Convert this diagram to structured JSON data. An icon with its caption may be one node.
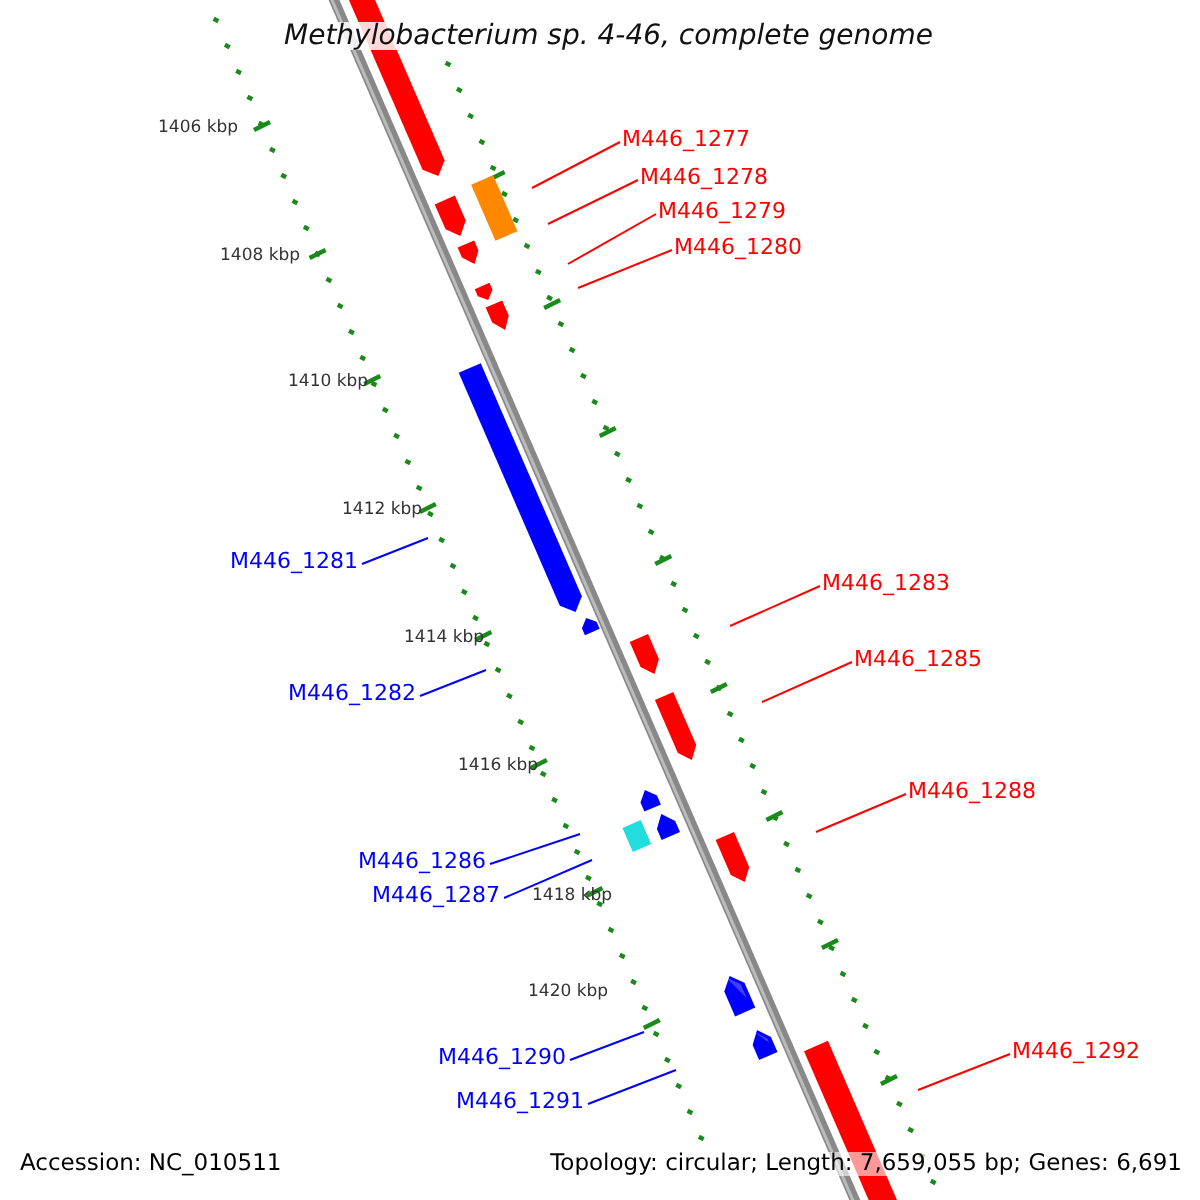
{
  "diagram": {
    "title": "Methylobacterium sp. 4-46, complete genome",
    "nodes": [
      {
        "text": [
          "M446_1277"
        ]
      },
      {
        "text": [
          "M446_1278"
        ]
      },
      {
        "text": [
          "M446_1279"
        ]
      },
      {
        "text": [
          "M446_1280"
        ]
      },
      {
        "text": [
          "M446_1281"
        ]
      },
      {
        "text": [
          "M446_1283"
        ]
      },
      {
        "text": [
          "M446_1282"
        ]
      },
      {
        "text": [
          "M446_1285"
        ]
      },
      {
        "text": [
          "M446_1288"
        ]
      },
      {
        "text": [
          "M446_1286"
        ]
      },
      {
        "text": [
          "M446_1287"
        ]
      },
      {
        "text": [
          "M446_1290"
        ]
      },
      {
        "text": [
          "M446_1292"
        ]
      },
      {
        "text": [
          "M446_1291"
        ]
      }
    ],
    "edges": [
      {
        "from": 0,
        "to": null,
        "arrow": "none"
      },
      {
        "from": 1,
        "to": null,
        "arrow": "none"
      },
      {
        "from": 2,
        "to": null,
        "arrow": "none"
      },
      {
        "from": 3,
        "to": null,
        "arrow": "none"
      },
      {
        "from": 4,
        "to": null,
        "arrow": "none",
        "color": "#0000ff"
      },
      {
        "from": 5,
        "to": null,
        "arrow": "none"
      },
      {
        "from": 6,
        "to": null,
        "arrow": "none",
        "color": "#0000ff"
      },
      {
        "from": 7,
        "to": null,
        "arrow": "none"
      },
      {
        "from": 8,
        "to": null,
        "arrow": "none"
      },
      {
        "from": 9,
        "to": null,
        "arrow": "none",
        "color": "#0000ff"
      },
      {
        "from": 10,
        "to": null,
        "arrow": "none",
        "color": "#0000ff"
      },
      {
        "from": 11,
        "to": null,
        "arrow": "none",
        "color": "#0000ff"
      },
      {
        "from": 12,
        "to": null,
        "arrow": "none"
      },
      {
        "from": 13,
        "to": null,
        "arrow": "none",
        "color": "#0000ff"
      }
    ],
    "labels": [
      "1406 kbp",
      "1408 kbp",
      "1410 kbp",
      "1412 kbp",
      "1414 kbp",
      "1416 kbp",
      "1418 kbp",
      "1420 kbp",
      "Accession: NC_010511",
      "Topology: circular; Length: 7,659,055 bp; Genes: 6,691"
    ]
  }
}
